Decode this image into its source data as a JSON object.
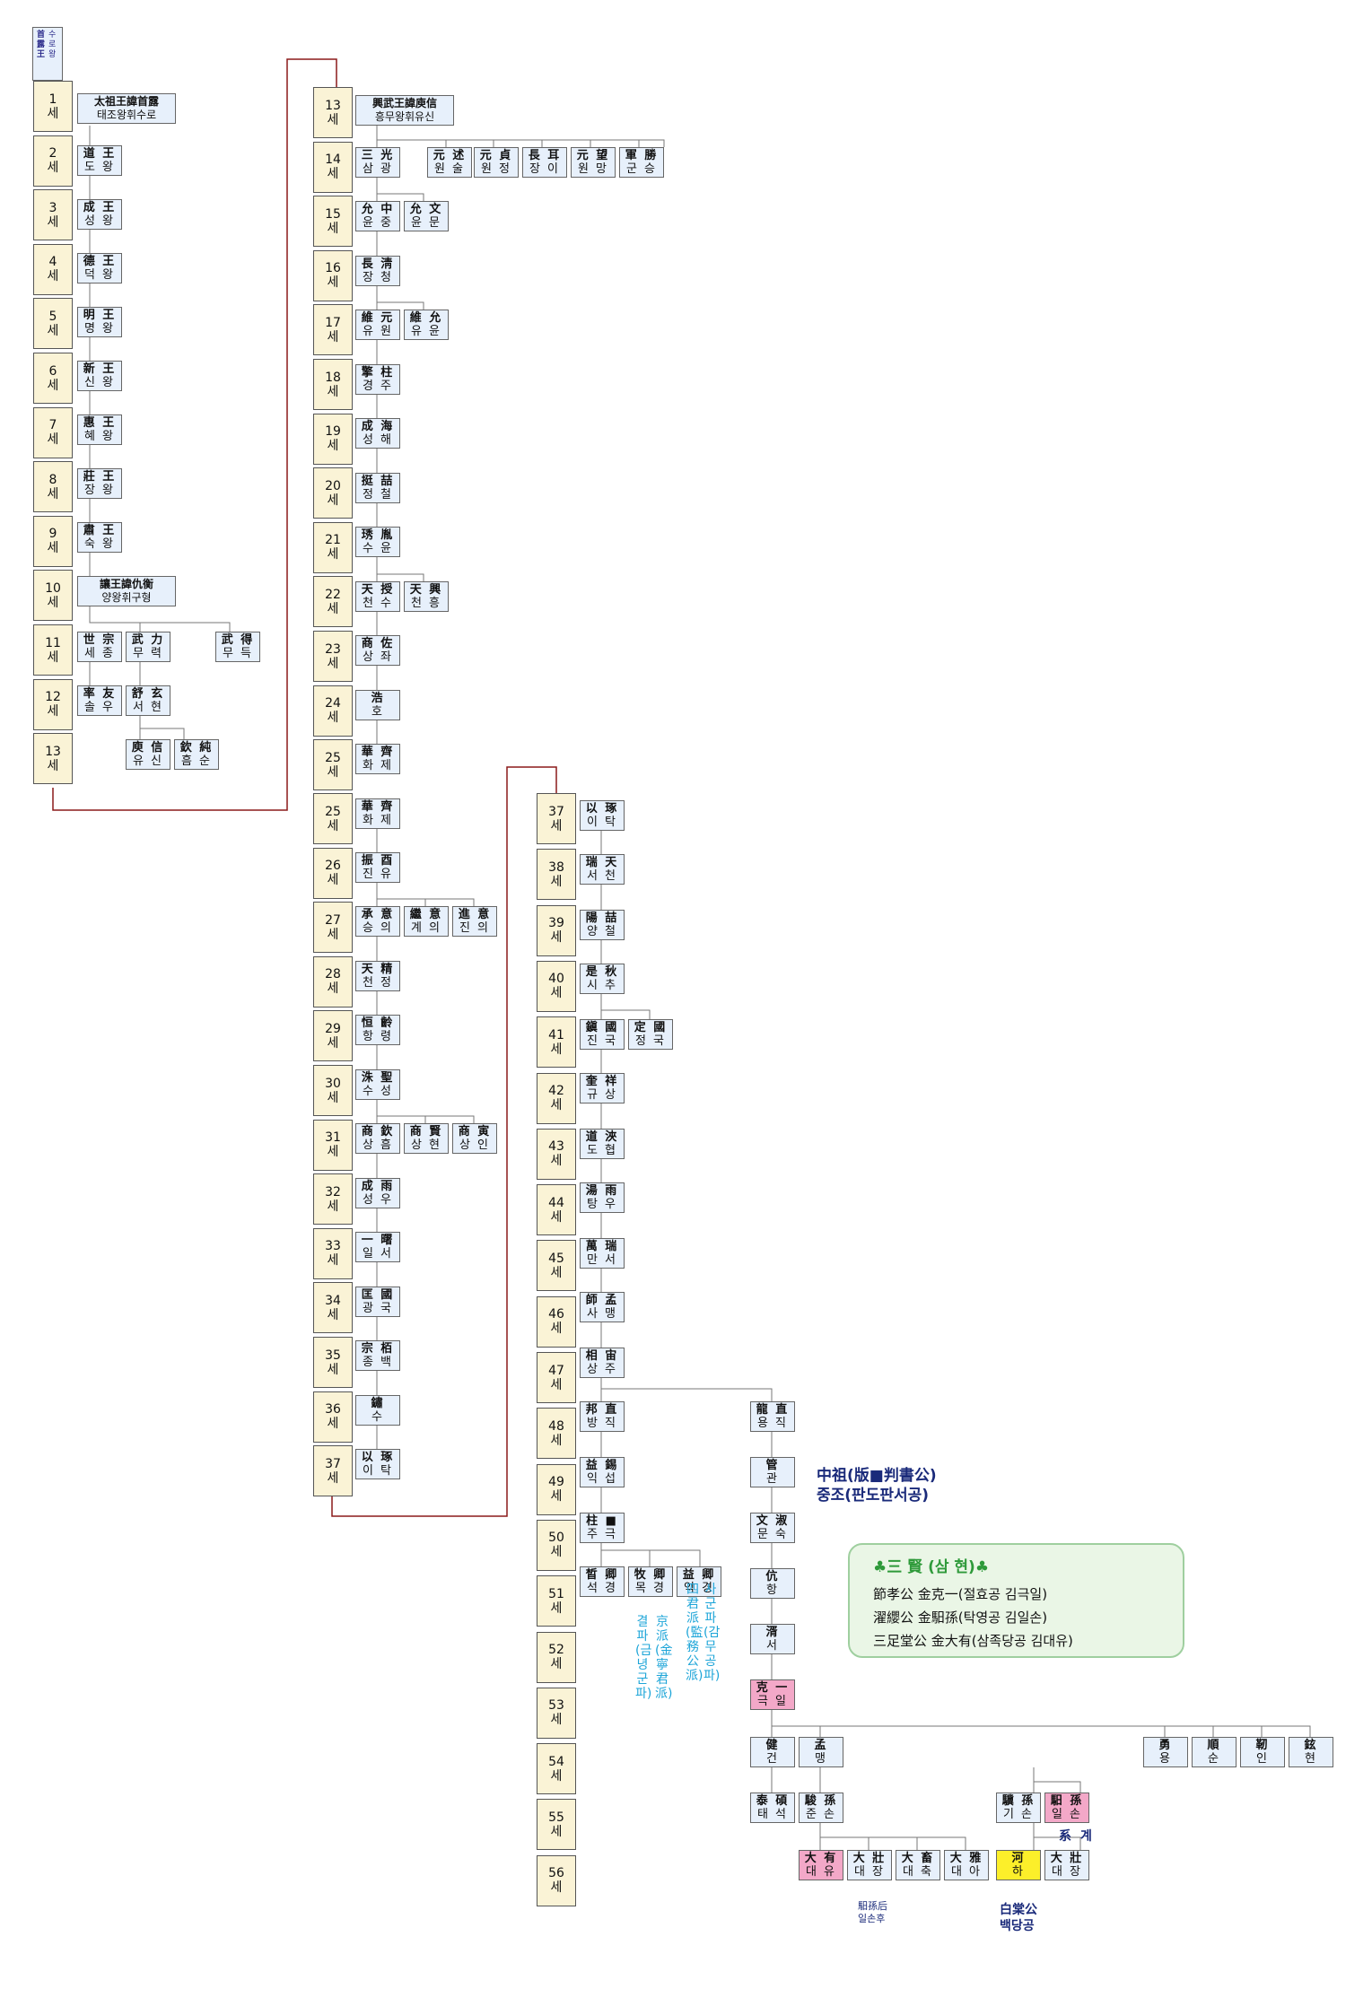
{
  "header": {
    "hanja": "首露王",
    "hangul": "수로왕"
  },
  "generations": {
    "col1": [
      "1세",
      "2세",
      "3세",
      "4세",
      "5세",
      "6세",
      "7세",
      "8세",
      "9세",
      "10세",
      "11세",
      "12세",
      "13세"
    ],
    "col2a": [
      "13세",
      "14세",
      "15세",
      "16세",
      "17세",
      "18세",
      "19세",
      "20세",
      "21세",
      "22세",
      "23세",
      "24세",
      "25세"
    ],
    "col2b": [
      "25세",
      "26세",
      "27세",
      "28세",
      "29세",
      "30세",
      "31세",
      "32세",
      "33세",
      "34세",
      "35세",
      "36세",
      "37세"
    ],
    "col3": [
      "37세",
      "38세",
      "39세",
      "40세",
      "41세",
      "42세",
      "43세",
      "44세",
      "45세",
      "46세",
      "47세",
      "48세",
      "49세",
      "50세",
      "51세",
      "52세",
      "53세",
      "54세",
      "55세",
      "56세"
    ]
  },
  "people": {
    "c1": [
      {
        "h": "太祖王諱首露",
        "k": "태조왕휘수로"
      },
      {
        "h": "道 王",
        "k": "도 왕"
      },
      {
        "h": "成 王",
        "k": "성 왕"
      },
      {
        "h": "德 王",
        "k": "덕 왕"
      },
      {
        "h": "明 王",
        "k": "명 왕"
      },
      {
        "h": "新 王",
        "k": "신 왕"
      },
      {
        "h": "惠 王",
        "k": "혜 왕"
      },
      {
        "h": "莊 王",
        "k": "장 왕"
      },
      {
        "h": "肅 王",
        "k": "숙 왕"
      },
      {
        "h": "讓王諱仇衡",
        "k": "양왕휘구형"
      },
      {
        "h": "世 宗",
        "k": "세 종"
      },
      {
        "h": "武 力",
        "k": "무 력"
      },
      {
        "h": "武 得",
        "k": "무 득"
      },
      {
        "h": "率 友",
        "k": "솔 우"
      },
      {
        "h": "舒 玄",
        "k": "서 현"
      },
      {
        "h": "庾 信",
        "k": "유 신"
      },
      {
        "h": "欽 純",
        "k": "흠 순"
      }
    ],
    "c2a": [
      {
        "h": "興武王諱庾信",
        "k": "흥무왕휘유신"
      },
      {
        "h": "三 光",
        "k": "삼 광"
      },
      {
        "h": "元 述",
        "k": "원 술"
      },
      {
        "h": "元 貞",
        "k": "원 정"
      },
      {
        "h": "長 耳",
        "k": "장 이"
      },
      {
        "h": "元 望",
        "k": "원 망"
      },
      {
        "h": "軍 勝",
        "k": "군 승"
      },
      {
        "h": "允 中",
        "k": "윤 중"
      },
      {
        "h": "允 文",
        "k": "윤 문"
      },
      {
        "h": "長 淸",
        "k": "장 청"
      },
      {
        "h": "維 元",
        "k": "유 원"
      },
      {
        "h": "維 允",
        "k": "유 윤"
      },
      {
        "h": "擎 柱",
        "k": "경 주"
      },
      {
        "h": "成 海",
        "k": "성 해"
      },
      {
        "h": "挺 喆",
        "k": "정 철"
      },
      {
        "h": "琇 胤",
        "k": "수 윤"
      },
      {
        "h": "天 授",
        "k": "천 수"
      },
      {
        "h": "天 興",
        "k": "천 흥"
      },
      {
        "h": "商 佐",
        "k": "상 좌"
      },
      {
        "h": "浩",
        "k": "호"
      },
      {
        "h": "華 齊",
        "k": "화 제"
      }
    ],
    "c2b": [
      {
        "h": "華 齊",
        "k": "화 제"
      },
      {
        "h": "振 酉",
        "k": "진 유"
      },
      {
        "h": "承 意",
        "k": "승 의"
      },
      {
        "h": "繼 意",
        "k": "계 의"
      },
      {
        "h": "進 意",
        "k": "진 의"
      },
      {
        "h": "天 精",
        "k": "천 정"
      },
      {
        "h": "恒 齡",
        "k": "항 령"
      },
      {
        "h": "洙 聖",
        "k": "수 성"
      },
      {
        "h": "商 欽",
        "k": "상 흠"
      },
      {
        "h": "商 賢",
        "k": "상 현"
      },
      {
        "h": "商 寅",
        "k": "상 인"
      },
      {
        "h": "成 雨",
        "k": "성 우"
      },
      {
        "h": "一 曙",
        "k": "일 서"
      },
      {
        "h": "匡 國",
        "k": "광 국"
      },
      {
        "h": "宗 栢",
        "k": "종 백"
      },
      {
        "h": "鏽",
        "k": "수"
      },
      {
        "h": "以 琢",
        "k": "이 탁"
      }
    ],
    "c3": [
      {
        "h": "以 琢",
        "k": "이 탁"
      },
      {
        "h": "瑞 天",
        "k": "서 천"
      },
      {
        "h": "陽 喆",
        "k": "양 철"
      },
      {
        "h": "是 秋",
        "k": "시 추"
      },
      {
        "h": "鎭 國",
        "k": "진 국"
      },
      {
        "h": "定 國",
        "k": "정 국"
      },
      {
        "h": "奎 祥",
        "k": "규 상"
      },
      {
        "h": "道 浹",
        "k": "도 협"
      },
      {
        "h": "湯 雨",
        "k": "탕 우"
      },
      {
        "h": "萬 瑞",
        "k": "만 서"
      },
      {
        "h": "師 孟",
        "k": "사 맹"
      },
      {
        "h": "相 宙",
        "k": "상 주"
      },
      {
        "h": "邦 直",
        "k": "방 직"
      },
      {
        "h": "龍 直",
        "k": "용 직"
      },
      {
        "h": "益 錫",
        "k": "익 섭"
      },
      {
        "h": "柱 ■",
        "k": "주 극"
      },
      {
        "h": "晳 卿",
        "k": "석 경"
      },
      {
        "h": "牧 卿",
        "k": "목 경"
      },
      {
        "h": "益 卿",
        "k": "익 경"
      },
      {
        "h": "管",
        "k": "관"
      },
      {
        "h": "文 淑",
        "k": "문 숙"
      },
      {
        "h": "伉",
        "k": "항"
      },
      {
        "h": "湑",
        "k": "서"
      },
      {
        "h": "克 一",
        "k": "극 일"
      },
      {
        "h": "健",
        "k": "건"
      },
      {
        "h": "孟",
        "k": "맹"
      },
      {
        "h": "勇",
        "k": "용"
      },
      {
        "h": "順",
        "k": "순"
      },
      {
        "h": "靭",
        "k": "인"
      },
      {
        "h": "鉉",
        "k": "현"
      },
      {
        "h": "泰 碩",
        "k": "태 석"
      },
      {
        "h": "駿 孫",
        "k": "준 손"
      },
      {
        "h": "驥 孫",
        "k": "기 손"
      },
      {
        "h": "馹 孫",
        "k": "일 손"
      },
      {
        "h": "大 有",
        "k": "대 유"
      },
      {
        "h": "大 壯",
        "k": "대 장"
      },
      {
        "h": "大 畜",
        "k": "대 축"
      },
      {
        "h": "大 雅",
        "k": "대 아"
      },
      {
        "h": "河",
        "k": "하"
      },
      {
        "h": "大 壯",
        "k": "대 장"
      }
    ]
  },
  "annotations": {
    "jungjo_hanja": "中祖(版■判書公)",
    "jungjo_hangul": "중조(판도판서공)",
    "gyeolpa": "결파(금녕군파)",
    "gyeongpa": "京派(金寧君派)",
    "sagunpa_hanja": "四君派(監務公派)",
    "sagunpa_hangul": "사군파(감무공파)",
    "gye": "系",
    "gye2": "계",
    "ilson_hanja": "馹孫后",
    "ilson_hangul": "일손후",
    "baekdang_hanja": "白棠公",
    "baekdang_hangul": "백당공"
  },
  "samhyun": {
    "title": "♣三 賢 (삼 현)♣",
    "lines": [
      "節孝公  金克一(절효공 김극일)",
      "濯纓公  金馹孫(탁영공 김일손)",
      "三足堂公  金大有(삼족당공 김대유)"
    ]
  },
  "colors": {
    "gen_bg": "#faf3d6",
    "cell_bg": "#e7f0fb",
    "pink": "#f3a8c8",
    "yellow": "#fcef2a",
    "connector": "#8b1a1a",
    "navy": "#1a2a7a",
    "cyan": "#1da5d8",
    "green": "#2e9a3a"
  }
}
